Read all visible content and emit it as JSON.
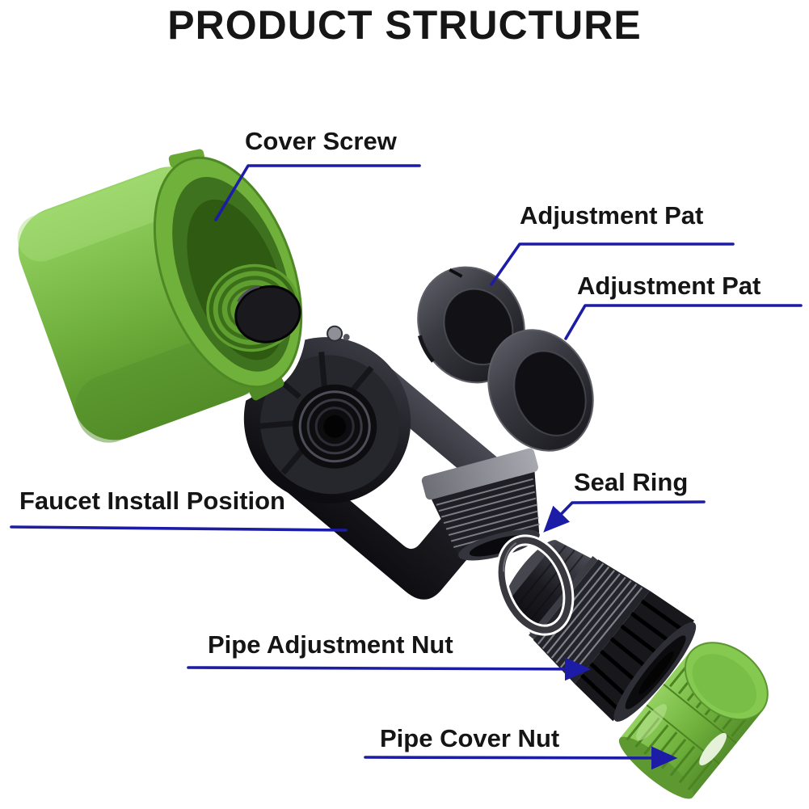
{
  "title": "PRODUCT STRUCTURE",
  "labels": {
    "cover_screw": "Cover Screw",
    "adjustment_pat_top": "Adjustment Pat",
    "adjustment_pat_bottom": "Adjustment Pat",
    "faucet_install_position": "Faucet Install Position",
    "seal_ring": "Seal Ring",
    "pipe_adjustment_nut": "Pipe Adjustment Nut",
    "pipe_cover_nut": "Pipe Cover Nut"
  },
  "colors": {
    "background": "#ffffff",
    "title_text": "#161616",
    "label_text": "#151515",
    "leader_line": "#1c1ca6",
    "part_green": "#72b23f",
    "part_green_dark": "#4f8a24",
    "part_black": "#1a1a1f",
    "part_gray_collar": "#8a8a92"
  },
  "parts": [
    {
      "id": "cover-screw",
      "material_color": "green"
    },
    {
      "id": "adjustment-pat-top",
      "material_color": "black"
    },
    {
      "id": "adjustment-pat-bottom",
      "material_color": "black"
    },
    {
      "id": "faucet-body",
      "material_color": "black"
    },
    {
      "id": "seal-ring",
      "material_color": "black"
    },
    {
      "id": "pipe-adjustment-nut",
      "material_color": "black"
    },
    {
      "id": "pipe-cover-nut",
      "material_color": "green"
    }
  ]
}
